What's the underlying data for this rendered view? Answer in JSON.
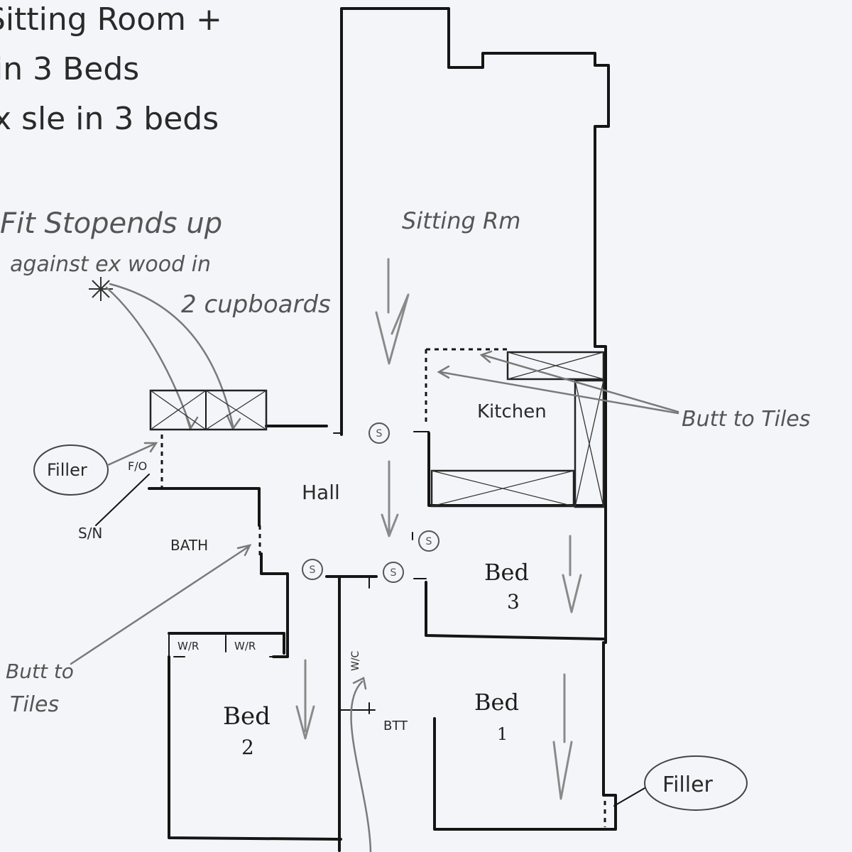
{
  "notes": {
    "top_line1": "Sitting Room +",
    "top_line2": "in 3 Beds",
    "top_line3": "x sle in 3 beds",
    "stopends_line1": "Fit Stopends up",
    "stopends_line2": "against ex wood in",
    "stopends_line3": "2 cupboards",
    "butt_tiles_right": "Butt to Tiles",
    "butt_tiles_left_1": "Butt to",
    "butt_tiles_left_2": "Tiles",
    "filler_left": "Filler",
    "filler_right": "Filler",
    "fo": "F/O",
    "sn": "S/N",
    "wc": "W/C",
    "btt": "BTT"
  },
  "rooms": {
    "sitting": "Sitting Rm",
    "kitchen": "Kitchen",
    "hall": "Hall",
    "bath": "BATH",
    "bed3": "Bed",
    "bed3_num": "3",
    "bed2": "Bed",
    "bed2_num": "2",
    "bed1": "Bed",
    "bed1_num": "1",
    "wr1": "W/R",
    "wr2": "W/R"
  },
  "symbols": {
    "s": "S"
  }
}
